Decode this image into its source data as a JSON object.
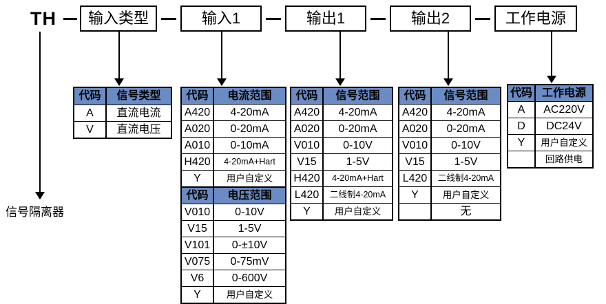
{
  "diagram": {
    "title_prefix": "TH",
    "caption": "信号隔离器",
    "separator": "—",
    "header_blue": "#6a8bc4",
    "segments": [
      {
        "label": "输入类型"
      },
      {
        "label": "输入1"
      },
      {
        "label": "输出1"
      },
      {
        "label": "输出2"
      },
      {
        "label": "工作电源"
      }
    ]
  },
  "tables": [
    {
      "name": "input-type",
      "header": {
        "code": "代码",
        "value": "信号类型"
      },
      "rows": [
        {
          "code": "A",
          "value": "直流电流"
        },
        {
          "code": "V",
          "value": "直流电压"
        }
      ]
    },
    {
      "name": "input-1",
      "header": {
        "code": "代码",
        "value": "电流范围"
      },
      "rows": [
        {
          "code": "A420",
          "value": "4-20mA"
        },
        {
          "code": "A020",
          "value": "0-20mA"
        },
        {
          "code": "A010",
          "value": "0-10mA"
        },
        {
          "code": "H420",
          "value": "4-20mA+Hart"
        },
        {
          "code": "Y",
          "value": "用户自定义"
        }
      ],
      "sub_header": {
        "code": "代码",
        "value": "电压范围"
      },
      "sub_rows": [
        {
          "code": "V010",
          "value": "0-10V"
        },
        {
          "code": "V15",
          "value": "1-5V"
        },
        {
          "code": "V101",
          "value": "0-±10V"
        },
        {
          "code": "V075",
          "value": "0-75mV"
        },
        {
          "code": "V6",
          "value": "0-600V"
        },
        {
          "code": "Y",
          "value": "用户自定义"
        }
      ]
    },
    {
      "name": "output-1",
      "header": {
        "code": "代码",
        "value": "信号范围"
      },
      "rows": [
        {
          "code": "A420",
          "value": "4-20mA"
        },
        {
          "code": "A020",
          "value": "0-20mA"
        },
        {
          "code": "V010",
          "value": "0-10V"
        },
        {
          "code": "V15",
          "value": "1-5V"
        },
        {
          "code": "H420",
          "value": "4-20mA+Hart"
        },
        {
          "code": "L420",
          "value": "二线制4-20mA"
        },
        {
          "code": "Y",
          "value": "用户自定义"
        }
      ]
    },
    {
      "name": "output-2",
      "header": {
        "code": "代码",
        "value": "信号范围"
      },
      "rows": [
        {
          "code": "A420",
          "value": "4-20mA"
        },
        {
          "code": "A020",
          "value": "0-20mA"
        },
        {
          "code": "V010",
          "value": "0-10V"
        },
        {
          "code": "V15",
          "value": "1-5V"
        },
        {
          "code": "L420",
          "value": "二线制4-20mA"
        },
        {
          "code": "Y",
          "value": "用户自定义"
        },
        {
          "code": "",
          "value": "无"
        }
      ]
    },
    {
      "name": "power-supply",
      "header": {
        "code": "代码",
        "value": "工作电源"
      },
      "rows": [
        {
          "code": "A",
          "value": "AC220V"
        },
        {
          "code": "D",
          "value": "DC24V"
        },
        {
          "code": "Y",
          "value": "用户自定义"
        },
        {
          "code": "",
          "value": "回路供电"
        }
      ]
    }
  ]
}
